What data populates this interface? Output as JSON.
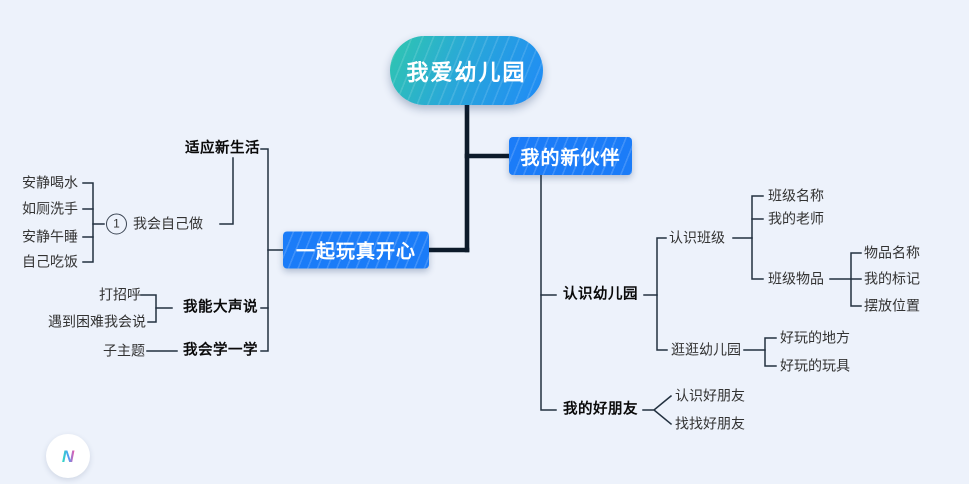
{
  "theme": {
    "background": "#edf2fb",
    "branch_box_color": "#1b7cf8",
    "root_gradient": [
      "#2fc7ae",
      "#1f8af7"
    ],
    "thick_line_color": "#0d1b2a",
    "thin_line_color": "#233140",
    "text_color": "#333333",
    "bold_text_color": "#0a0a0a",
    "logo_colors": [
      "#2fe0bd",
      "#4a9ff5",
      "#ff4fa3"
    ]
  },
  "logo": {
    "letter": "N"
  },
  "mindmap": {
    "root": {
      "label": "我爱幼儿园"
    },
    "branches": [
      {
        "label": "一起玩真开心",
        "side": "left",
        "children": [
          {
            "label": "适应新生活",
            "children": [
              {
                "circle_number": "1",
                "label": "我会自己做",
                "children": [
                  {
                    "label": "安静喝水"
                  },
                  {
                    "label": "如厕洗手"
                  },
                  {
                    "label": "安静午睡"
                  },
                  {
                    "label": "自己吃饭"
                  }
                ]
              }
            ]
          },
          {
            "label": "我能大声说",
            "children": [
              {
                "label": "打招呼"
              },
              {
                "label": "遇到困难我会说"
              }
            ]
          },
          {
            "label": "我会学一学",
            "children": [
              {
                "label": "子主题"
              }
            ]
          }
        ]
      },
      {
        "label": "我的新伙伴",
        "side": "right",
        "children": [
          {
            "label": "认识幼儿园",
            "children": [
              {
                "label": "认识班级",
                "children": [
                  {
                    "label": "班级名称"
                  },
                  {
                    "label": "我的老师"
                  },
                  {
                    "label": "班级物品",
                    "children": [
                      {
                        "label": "物品名称"
                      },
                      {
                        "label": "我的标记"
                      },
                      {
                        "label": "摆放位置"
                      }
                    ]
                  }
                ]
              },
              {
                "label": "逛逛幼儿园",
                "children": [
                  {
                    "label": "好玩的地方"
                  },
                  {
                    "label": "好玩的玩具"
                  }
                ]
              }
            ]
          },
          {
            "label": "我的好朋友",
            "children": [
              {
                "label": "认识好朋友"
              },
              {
                "label": "找找好朋友"
              }
            ]
          }
        ]
      }
    ]
  }
}
